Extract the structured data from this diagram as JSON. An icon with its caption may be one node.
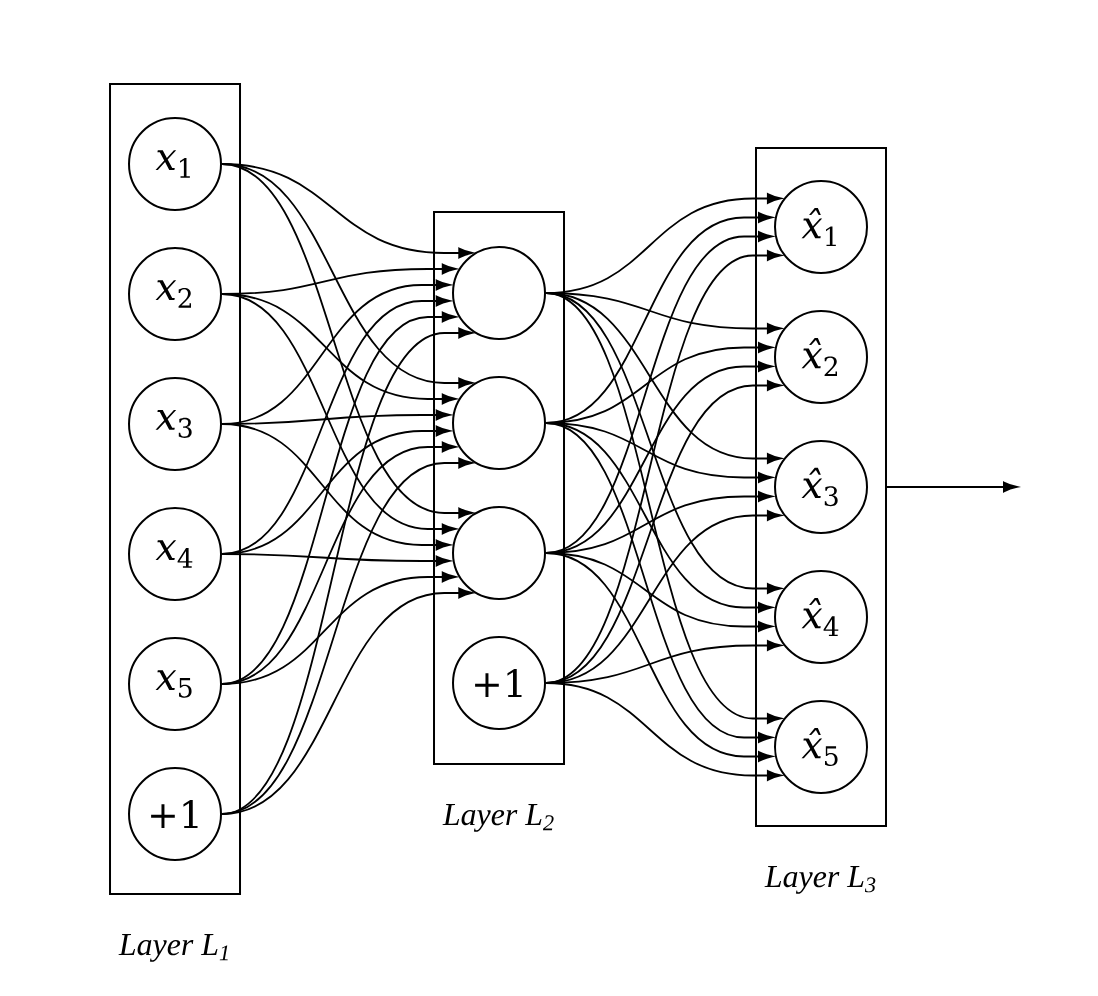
{
  "diagram": {
    "nodes": [
      {
        "text": [
          "Layer L$_{1}$"
        ]
      },
      {
        "text": [
          "*x*$_{1}$"
        ],
        "in": 0
      },
      {
        "text": [
          "*x*$_{2}$"
        ],
        "in": 0
      },
      {
        "text": [
          "*x*$_{3}$"
        ],
        "in": 0
      },
      {
        "text": [
          "*x*$_{4}$"
        ],
        "in": 0
      },
      {
        "text": [
          "*x*$_{5}$"
        ],
        "in": 0
      },
      {
        "text": [
          "+1"
        ],
        "in": 0
      },
      {
        "text": [
          "Layer L$_{2}$"
        ]
      },
      {
        "text": [],
        "shape": "circle",
        "in": 7
      },
      {
        "text": [],
        "shape": "circle",
        "in": 7
      },
      {
        "text": [],
        "shape": "circle",
        "in": 7
      },
      {
        "text": [
          "+1"
        ],
        "in": 7
      },
      {
        "text": [
          "Layer L$_{3}$"
        ]
      },
      {
        "text": [
          "*x̂*$_{1}$"
        ],
        "in": 12
      },
      {
        "text": [
          "*x̂*$_{2}$"
        ],
        "in": 12
      },
      {
        "text": [
          "*x̂*$_{3}$"
        ],
        "in": 12
      },
      {
        "text": [
          "*x̂*$_{4}$"
        ],
        "in": 12
      },
      {
        "text": [
          "*x̂*$_{5}$"
        ],
        "in": 12
      }
    ],
    "edges": [
      {
        "from": 1,
        "to": 8,
        "arrow": "to"
      },
      {
        "from": 1,
        "to": 9,
        "arrow": "to"
      },
      {
        "from": 1,
        "to": 10,
        "arrow": "to"
      },
      {
        "from": 2,
        "to": 8,
        "arrow": "to"
      },
      {
        "from": 2,
        "to": 9,
        "arrow": "to"
      },
      {
        "from": 2,
        "to": 10,
        "arrow": "to"
      },
      {
        "from": 3,
        "to": 8,
        "arrow": "to"
      },
      {
        "from": 3,
        "to": 9,
        "arrow": "to"
      },
      {
        "from": 3,
        "to": 10,
        "arrow": "to"
      },
      {
        "from": 4,
        "to": 8,
        "arrow": "to"
      },
      {
        "from": 4,
        "to": 9,
        "arrow": "to"
      },
      {
        "from": 4,
        "to": 10,
        "arrow": "to"
      },
      {
        "from": 5,
        "to": 8,
        "arrow": "to"
      },
      {
        "from": 5,
        "to": 9,
        "arrow": "to"
      },
      {
        "from": 5,
        "to": 10,
        "arrow": "to"
      },
      {
        "from": 6,
        "to": 8,
        "arrow": "to"
      },
      {
        "from": 6,
        "to": 9,
        "arrow": "to"
      },
      {
        "from": 6,
        "to": 10,
        "arrow": "to"
      },
      {
        "from": 8,
        "to": 13,
        "arrow": "to"
      },
      {
        "from": 8,
        "to": 14,
        "arrow": "to"
      },
      {
        "from": 8,
        "to": 15,
        "arrow": "to"
      },
      {
        "from": 8,
        "to": 16,
        "arrow": "to"
      },
      {
        "from": 8,
        "to": 17,
        "arrow": "to"
      },
      {
        "from": 9,
        "to": 13,
        "arrow": "to"
      },
      {
        "from": 9,
        "to": 14,
        "arrow": "to"
      },
      {
        "from": 9,
        "to": 15,
        "arrow": "to"
      },
      {
        "from": 9,
        "to": 16,
        "arrow": "to"
      },
      {
        "from": 9,
        "to": 17,
        "arrow": "to"
      },
      {
        "from": 10,
        "to": 13,
        "arrow": "to"
      },
      {
        "from": 10,
        "to": 14,
        "arrow": "to"
      },
      {
        "from": 10,
        "to": 15,
        "arrow": "to"
      },
      {
        "from": 10,
        "to": 16,
        "arrow": "to"
      },
      {
        "from": 10,
        "to": 17,
        "arrow": "to"
      },
      {
        "from": 11,
        "to": 13,
        "arrow": "to"
      },
      {
        "from": 11,
        "to": 14,
        "arrow": "to"
      },
      {
        "from": 11,
        "to": 15,
        "arrow": "to"
      },
      {
        "from": 11,
        "to": 16,
        "arrow": "to"
      },
      {
        "from": 11,
        "to": 17,
        "arrow": "to"
      },
      {
        "from": 12,
        "to": null,
        "arrow": "to"
      }
    ]
  }
}
